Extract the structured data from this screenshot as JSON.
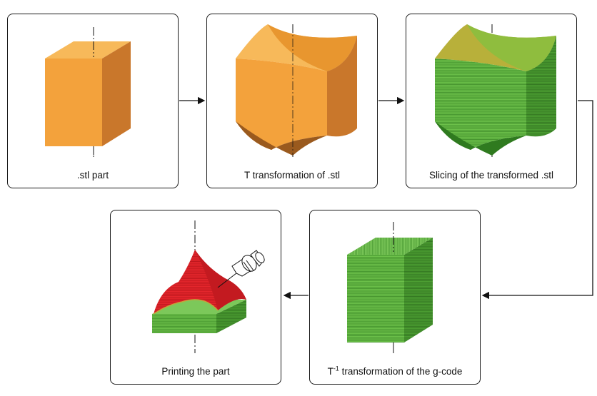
{
  "steps": [
    {
      "id": "stl-part",
      "caption": ".stl part"
    },
    {
      "id": "t-transform",
      "caption": "T transformation of .stl"
    },
    {
      "id": "slicing",
      "caption": "Slicing of the transformed .stl"
    },
    {
      "id": "inverse-transform",
      "caption_prefix": "T",
      "caption_sup": "-1",
      "caption_rest": " transformation of the g-code"
    },
    {
      "id": "printing",
      "caption": "Printing the part"
    }
  ],
  "colors": {
    "orange_front": "#f3a23c",
    "orange_top": "#f7b95a",
    "orange_side": "#c9772b",
    "green_light": "#6cc04a",
    "green_dark": "#3f8d2a",
    "red": "#e4262c",
    "border": "#1a1a1a"
  }
}
